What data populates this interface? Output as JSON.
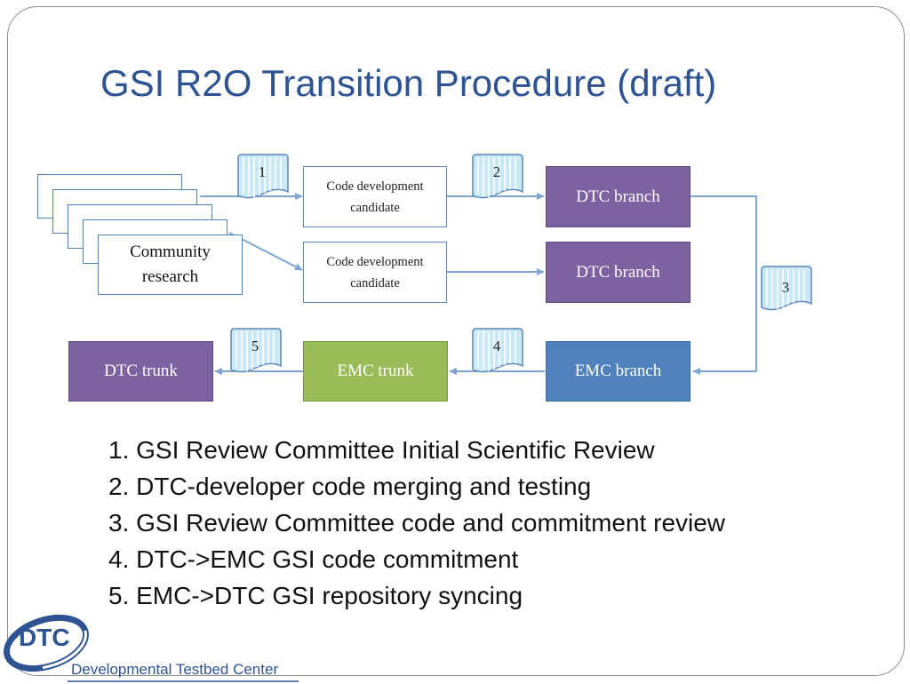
{
  "title": "GSI R2O Transition Procedure (draft)",
  "diagram": {
    "community_research": "Community research",
    "candidate_1": "Code development candidate",
    "candidate_2": "Code development candidate",
    "dtc_branch_1": "DTC branch",
    "dtc_branch_2": "DTC branch",
    "emc_branch": "EMC branch",
    "emc_trunk": "EMC trunk",
    "dtc_trunk": "DTC trunk",
    "step_flags": [
      "1",
      "2",
      "3",
      "4",
      "5"
    ],
    "colors": {
      "purple": "#7d62a1",
      "green": "#9bbb59",
      "blue": "#4f81bd",
      "connector": "#7fa6d3",
      "flag_fill": "#c9e9f7"
    }
  },
  "steps": [
    "1. GSI Review Committee Initial Scientific Review",
    "2. DTC-developer code merging and testing",
    "3. GSI Review Committee code and commitment review",
    "4. DTC->EMC GSI code commitment",
    "5. EMC->DTC GSI repository syncing"
  ],
  "logo": {
    "acronym": "DTC",
    "name": "Developmental Testbed Center"
  }
}
